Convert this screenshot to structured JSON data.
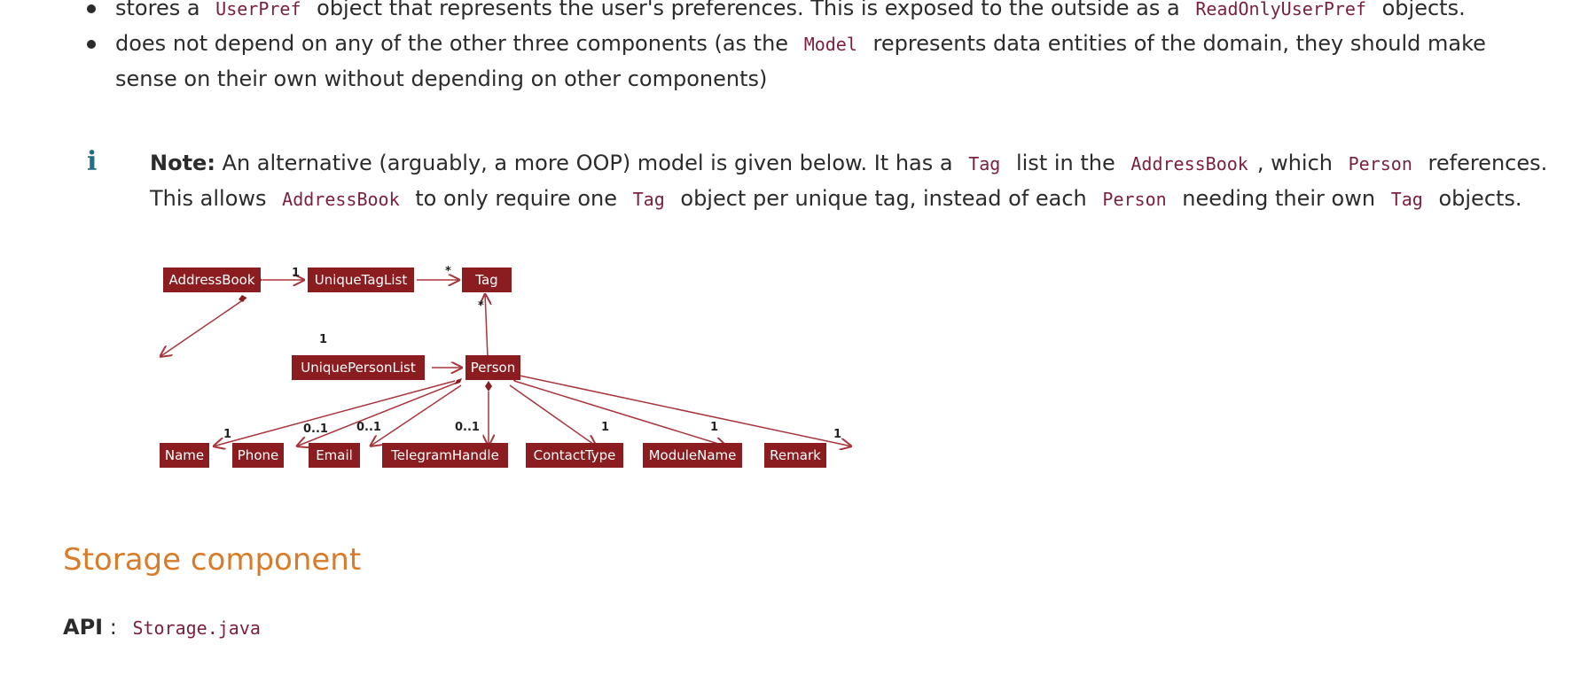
{
  "bullets": [
    {
      "prefix": "stores a ",
      "code1": "UserPref",
      "middle": " object that represents the user's preferences. This is exposed to the outside as a ",
      "code2": "ReadOnlyUserPref",
      "suffix": " objects."
    },
    {
      "prefix": "does not depend on any of the other three components (as the ",
      "code1": "Model",
      "middle": " represents data entities of the domain, they should make sense on their own without depending on other components)"
    }
  ],
  "note": {
    "label": "Note:",
    "t1": " An alternative (arguably, a more OOP) model is given below. It has a ",
    "c1": "Tag",
    "t2": " list in the ",
    "c2": "AddressBook",
    "t3": ", which ",
    "c3": "Person",
    "t4": " references. This allows ",
    "c4": "AddressBook",
    "t5": " to only require one ",
    "c5": "Tag",
    "t6": " object per unique tag, instead of each ",
    "c6": "Person",
    "t7": " needing their own ",
    "c7": "Tag",
    "t8": " objects."
  },
  "diagram": {
    "classes": {
      "addressbook": "AddressBook",
      "uniquetaglist": "UniqueTagList",
      "tag": "Tag",
      "uniquepersonlist": "UniquePersonList",
      "person": "Person",
      "name": "Name",
      "phone": "Phone",
      "email": "Email",
      "telegram": "TelegramHandle",
      "contacttype": "ContactType",
      "modulename": "ModuleName",
      "remark": "Remark"
    },
    "multiplicities": {
      "ab_taglist": "1",
      "taglist_tag": "*",
      "person_tag": "*",
      "ab_personlist": "1",
      "name": "1",
      "phone": "0..1",
      "email": "0..1",
      "telegram": "0..1",
      "contacttype": "1",
      "modulename": "1",
      "remark": "1"
    },
    "colors": {
      "box": "#8b1c20",
      "line": "#a8353c",
      "text": "#ffffff"
    }
  },
  "storage": {
    "title": "Storage component",
    "api_label": "API",
    "api_sep": " : ",
    "api_file": "Storage.java"
  }
}
